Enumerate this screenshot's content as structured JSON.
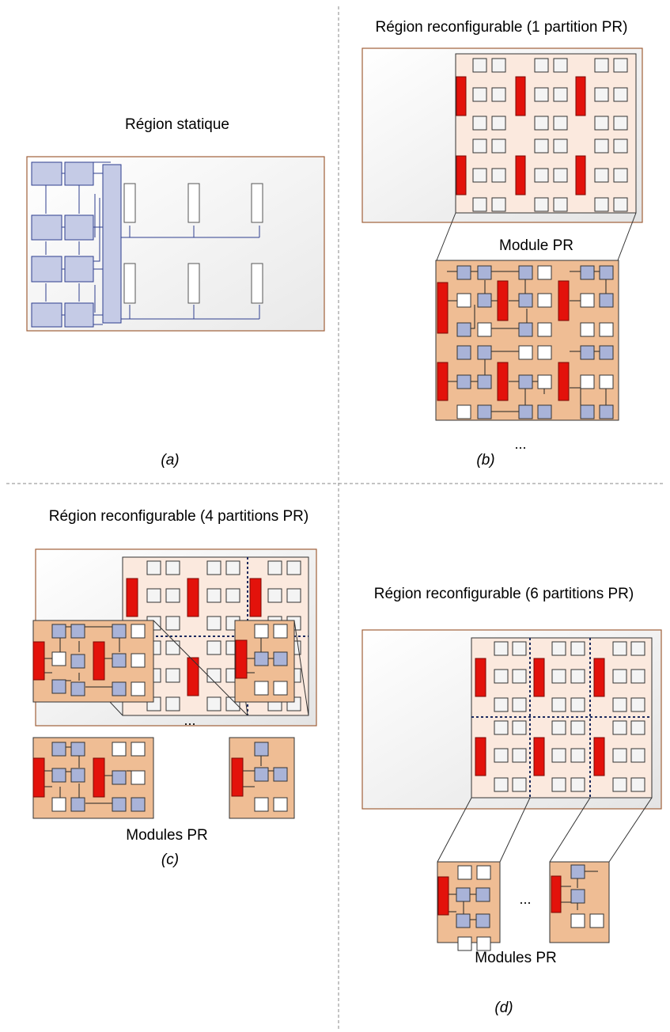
{
  "panels": {
    "a": {
      "title": "Région statique",
      "caption": "(a)"
    },
    "b": {
      "title": "Région reconfigurable (1 partition PR)",
      "subtitle": "Module PR",
      "ellipsis": "...",
      "caption": "(b)"
    },
    "c": {
      "title": "Région reconfigurable (4 partitions PR)",
      "subtitle": "Modules PR",
      "ellipsis": "...",
      "caption": "(c)"
    },
    "d": {
      "title": "Région reconfigurable (6 partitions PR)",
      "subtitle": "Modules PR",
      "ellipsis": "...",
      "caption": "(d)"
    }
  },
  "colors": {
    "device_fill": "#f1f1f1",
    "device_border": "#a0603a",
    "region_fill": "#fbe9de",
    "module_fill": "#efbd94",
    "dsp_red": "#e3120b",
    "logic_blue": "#a9b3d8",
    "static_block": "#c5cbe6",
    "bus_line": "#2f3f8f",
    "partition_dash": "#1c2a5e"
  }
}
